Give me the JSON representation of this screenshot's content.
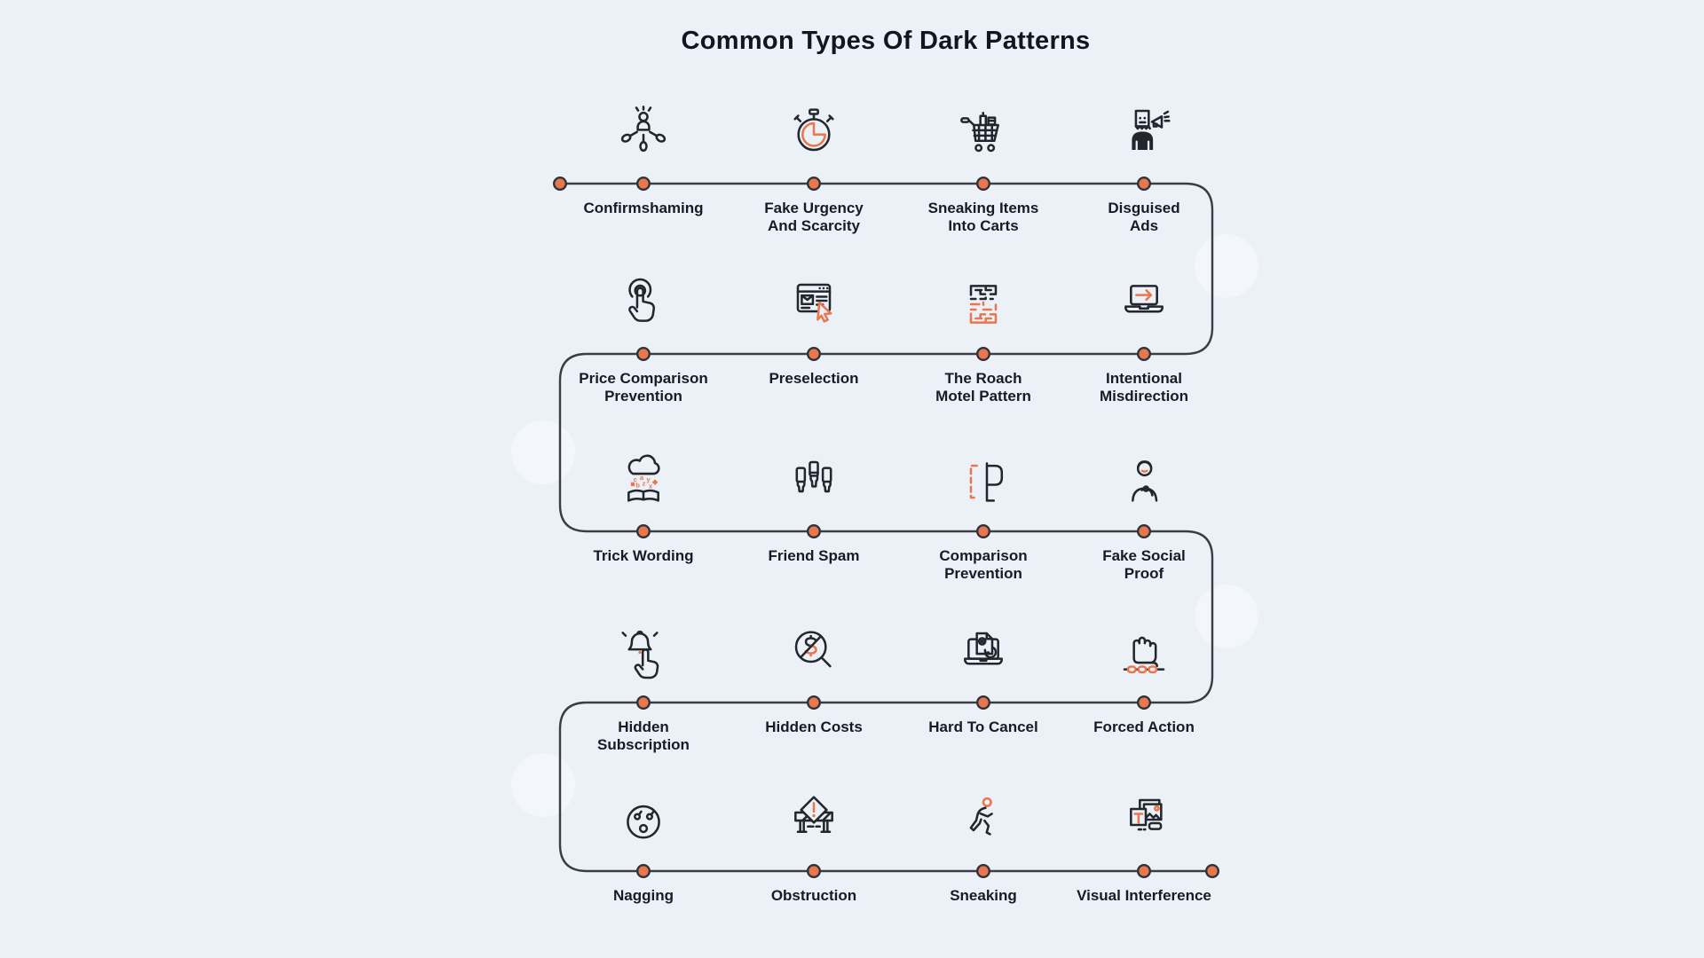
{
  "title": "Common Types Of Dark Patterns",
  "colors": {
    "background": "#ecf1f8",
    "accent": "#e8764f",
    "line": "#3a3d44",
    "text": "#171b23",
    "dot_outline": "#2f3239"
  },
  "rows": [
    {
      "items": [
        {
          "icon": "confirmshaming-icon",
          "lines": [
            "Confirmshaming"
          ]
        },
        {
          "icon": "stopwatch-icon",
          "lines": [
            "Fake Urgency",
            "And Scarcity"
          ]
        },
        {
          "icon": "shopping-cart-icon",
          "lines": [
            "Sneaking Items",
            "Into Carts"
          ]
        },
        {
          "icon": "disguised-person-megaphone-icon",
          "lines": [
            "Disguised",
            "Ads"
          ]
        }
      ]
    },
    {
      "items": [
        {
          "icon": "tap-finger-icon",
          "lines": [
            "Price Comparison",
            "Prevention"
          ]
        },
        {
          "icon": "browser-cursor-icon",
          "lines": [
            "Preselection"
          ]
        },
        {
          "icon": "maze-icon",
          "lines": [
            "The Roach",
            "Motel Pattern"
          ]
        },
        {
          "icon": "laptop-arrow-icon",
          "lines": [
            "Intentional",
            "Misdirection"
          ]
        }
      ]
    },
    {
      "items": [
        {
          "icon": "cloud-letters-book-icon",
          "lines": [
            "Trick Wording"
          ]
        },
        {
          "icon": "hands-phones-icon",
          "lines": [
            "Friend Spam"
          ]
        },
        {
          "icon": "split-panel-icon",
          "lines": [
            "Comparison",
            "Prevention"
          ]
        },
        {
          "icon": "person-pledge-icon",
          "lines": [
            "Fake Social",
            "Proof"
          ]
        }
      ]
    },
    {
      "items": [
        {
          "icon": "hand-bell-icon",
          "lines": [
            "Hidden",
            "Subscription"
          ]
        },
        {
          "icon": "magnifier-dollar-icon",
          "lines": [
            "Hidden Costs"
          ]
        },
        {
          "icon": "laptop-document-icon",
          "lines": [
            "Hard To Cancel"
          ]
        },
        {
          "icon": "fist-chain-icon",
          "lines": [
            "Forced Action"
          ]
        }
      ]
    },
    {
      "items": [
        {
          "icon": "angry-face-icon",
          "lines": [
            "Nagging"
          ]
        },
        {
          "icon": "barrier-icon",
          "lines": [
            "Obstruction"
          ]
        },
        {
          "icon": "sneaking-person-icon",
          "lines": [
            "Sneaking"
          ]
        },
        {
          "icon": "overlapping-windows-icon",
          "lines": [
            "Visual Interference"
          ]
        }
      ]
    }
  ]
}
